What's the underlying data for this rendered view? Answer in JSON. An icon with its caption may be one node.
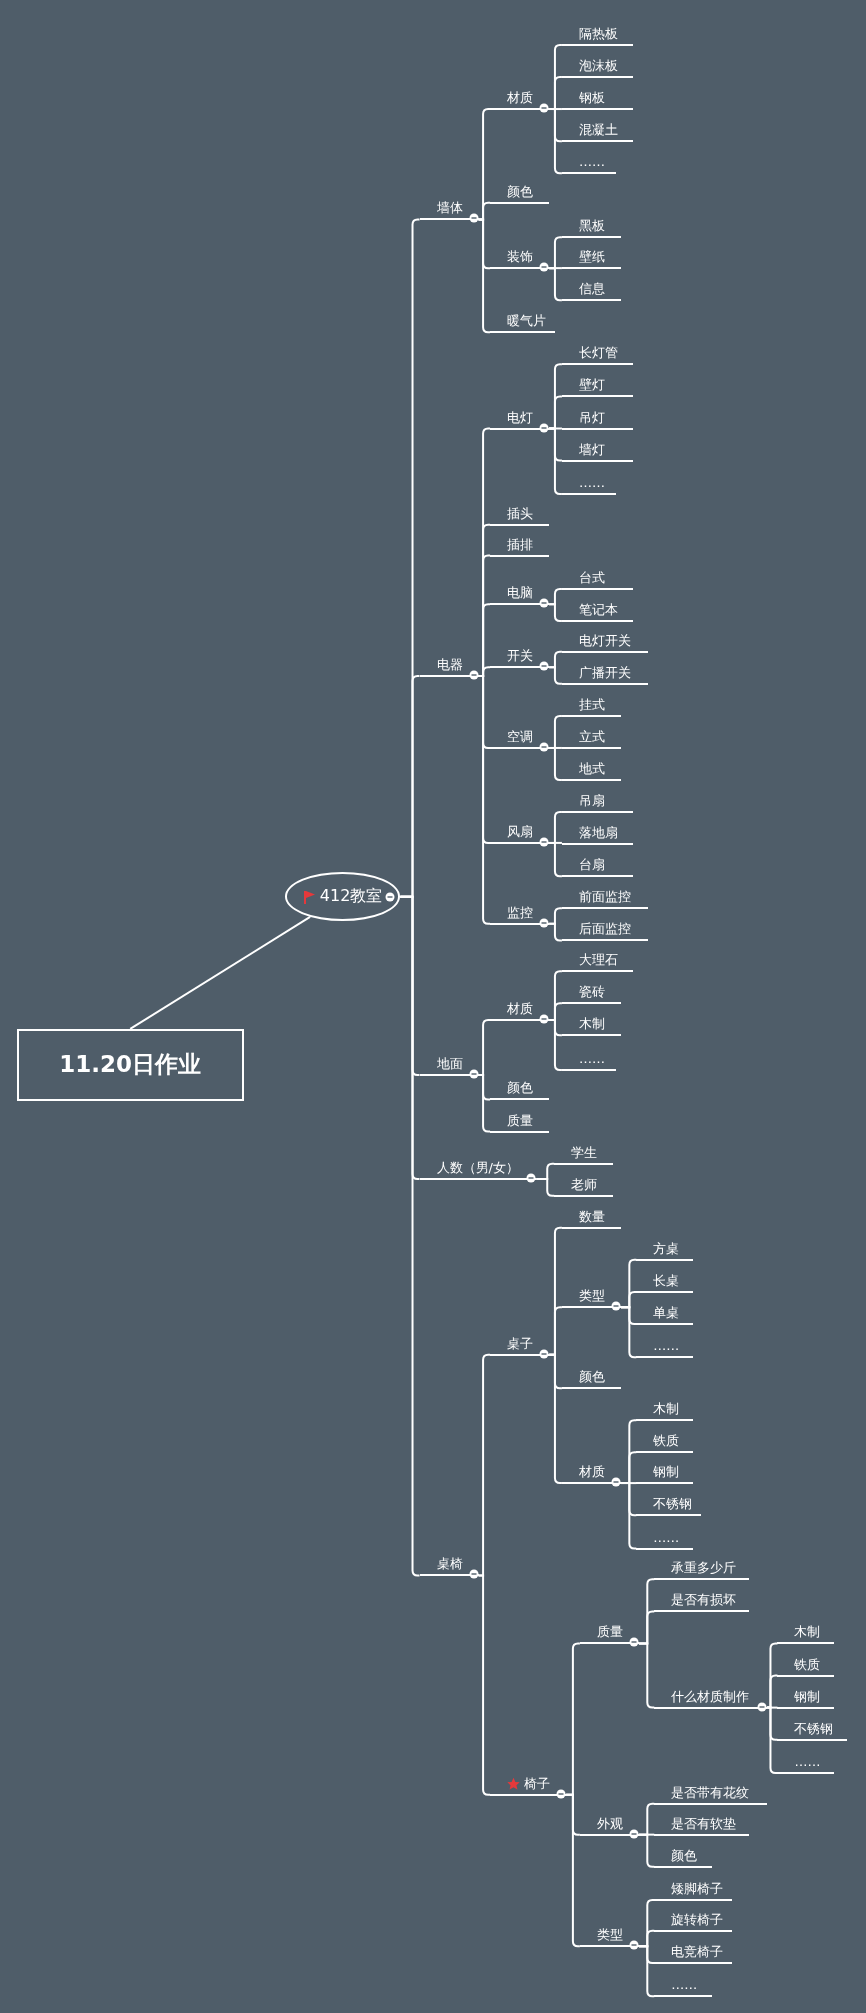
{
  "diagram": {
    "nodes": [
      {
        "text": [
          "11.20日作业"
        ]
      },
      {
        "text": [
          "412教室"
        ]
      },
      {
        "text": [
          "墙体"
        ]
      },
      {
        "text": [
          "材质"
        ]
      },
      {
        "text": [
          "隔热板"
        ]
      },
      {
        "text": [
          "泡沫板"
        ]
      },
      {
        "text": [
          "钢板"
        ]
      },
      {
        "text": [
          "混凝土"
        ]
      },
      {
        "text": [
          "……"
        ]
      },
      {
        "text": [
          "颜色"
        ]
      },
      {
        "text": [
          "装饰"
        ]
      },
      {
        "text": [
          "黑板"
        ]
      },
      {
        "text": [
          "壁纸"
        ]
      },
      {
        "text": [
          "信息"
        ]
      },
      {
        "text": [
          "暖气片"
        ]
      },
      {
        "text": [
          "电器"
        ]
      },
      {
        "text": [
          "电灯"
        ]
      },
      {
        "text": [
          "长灯管"
        ]
      },
      {
        "text": [
          "壁灯"
        ]
      },
      {
        "text": [
          "吊灯"
        ]
      },
      {
        "text": [
          "墙灯"
        ]
      },
      {
        "text": [
          "……"
        ]
      },
      {
        "text": [
          "插头"
        ]
      },
      {
        "text": [
          "插排"
        ]
      },
      {
        "text": [
          "电脑"
        ]
      },
      {
        "text": [
          "台式"
        ]
      },
      {
        "text": [
          "笔记本"
        ]
      },
      {
        "text": [
          "开关"
        ]
      },
      {
        "text": [
          "电灯开关"
        ]
      },
      {
        "text": [
          "广播开关"
        ]
      },
      {
        "text": [
          "空调"
        ]
      },
      {
        "text": [
          "挂式"
        ]
      },
      {
        "text": [
          "立式"
        ]
      },
      {
        "text": [
          "地式"
        ]
      },
      {
        "text": [
          "风扇"
        ]
      },
      {
        "text": [
          "吊扇"
        ]
      },
      {
        "text": [
          "落地扇"
        ]
      },
      {
        "text": [
          "台扇"
        ]
      },
      {
        "text": [
          "监控"
        ]
      },
      {
        "text": [
          "前面监控"
        ]
      },
      {
        "text": [
          "后面监控"
        ]
      },
      {
        "text": [
          "地面"
        ]
      },
      {
        "text": [
          "材质"
        ]
      },
      {
        "text": [
          "大理石"
        ]
      },
      {
        "text": [
          "瓷砖"
        ]
      },
      {
        "text": [
          "木制"
        ]
      },
      {
        "text": [
          "……"
        ]
      },
      {
        "text": [
          "颜色"
        ]
      },
      {
        "text": [
          "质量"
        ]
      },
      {
        "text": [
          "人数（男/女）"
        ]
      },
      {
        "text": [
          "学生"
        ]
      },
      {
        "text": [
          "老师"
        ]
      },
      {
        "text": [
          "桌椅"
        ]
      },
      {
        "text": [
          "桌子"
        ]
      },
      {
        "text": [
          "数量"
        ]
      },
      {
        "text": [
          "类型"
        ]
      },
      {
        "text": [
          "方桌"
        ]
      },
      {
        "text": [
          "长桌"
        ]
      },
      {
        "text": [
          "单桌"
        ]
      },
      {
        "text": [
          "……"
        ]
      },
      {
        "text": [
          "颜色"
        ]
      },
      {
        "text": [
          "材质"
        ]
      },
      {
        "text": [
          "木制"
        ]
      },
      {
        "text": [
          "铁质"
        ]
      },
      {
        "text": [
          "钢制"
        ]
      },
      {
        "text": [
          "不锈钢"
        ]
      },
      {
        "text": [
          "……"
        ]
      },
      {
        "text": [
          "椅子"
        ]
      },
      {
        "text": [
          "质量"
        ]
      },
      {
        "text": [
          "承重多少斤"
        ]
      },
      {
        "text": [
          "是否有损坏"
        ]
      },
      {
        "text": [
          "什么材质制作"
        ]
      },
      {
        "text": [
          "木制"
        ]
      },
      {
        "text": [
          "铁质"
        ]
      },
      {
        "text": [
          "钢制"
        ]
      },
      {
        "text": [
          "不锈钢"
        ]
      },
      {
        "text": [
          "……"
        ]
      },
      {
        "text": [
          "外观"
        ]
      },
      {
        "text": [
          "是否带有花纹"
        ]
      },
      {
        "text": [
          "是否有软垫"
        ]
      },
      {
        "text": [
          "颜色"
        ]
      },
      {
        "text": [
          "类型"
        ]
      },
      {
        "text": [
          "矮脚椅子"
        ]
      },
      {
        "text": [
          "旋转椅子"
        ]
      },
      {
        "text": [
          "电竞椅子"
        ]
      },
      {
        "text": [
          "……"
        ]
      }
    ],
    "edges": [
      {
        "from": 0,
        "to": 1,
        "arrow": "none"
      },
      {
        "from": 1,
        "to": 2,
        "arrow": "none"
      },
      {
        "from": 1,
        "to": 15,
        "arrow": "none"
      },
      {
        "from": 1,
        "to": 41,
        "arrow": "none"
      },
      {
        "from": 1,
        "to": 49,
        "arrow": "none"
      },
      {
        "from": 1,
        "to": 52,
        "arrow": "none"
      },
      {
        "from": 2,
        "to": 3,
        "arrow": "none"
      },
      {
        "from": 2,
        "to": 9,
        "arrow": "none"
      },
      {
        "from": 2,
        "to": 10,
        "arrow": "none"
      },
      {
        "from": 2,
        "to": 14,
        "arrow": "none"
      },
      {
        "from": 3,
        "to": 4,
        "arrow": "none"
      },
      {
        "from": 3,
        "to": 5,
        "arrow": "none"
      },
      {
        "from": 3,
        "to": 6,
        "arrow": "none"
      },
      {
        "from": 3,
        "to": 7,
        "arrow": "none"
      },
      {
        "from": 3,
        "to": 8,
        "arrow": "none"
      },
      {
        "from": 10,
        "to": 11,
        "arrow": "none"
      },
      {
        "from": 10,
        "to": 12,
        "arrow": "none"
      },
      {
        "from": 10,
        "to": 13,
        "arrow": "none"
      },
      {
        "from": 15,
        "to": 16,
        "arrow": "none"
      },
      {
        "from": 15,
        "to": 22,
        "arrow": "none"
      },
      {
        "from": 15,
        "to": 23,
        "arrow": "none"
      },
      {
        "from": 15,
        "to": 24,
        "arrow": "none"
      },
      {
        "from": 15,
        "to": 27,
        "arrow": "none"
      },
      {
        "from": 15,
        "to": 30,
        "arrow": "none"
      },
      {
        "from": 15,
        "to": 34,
        "arrow": "none"
      },
      {
        "from": 15,
        "to": 38,
        "arrow": "none"
      },
      {
        "from": 16,
        "to": 17,
        "arrow": "none"
      },
      {
        "from": 16,
        "to": 18,
        "arrow": "none"
      },
      {
        "from": 16,
        "to": 19,
        "arrow": "none"
      },
      {
        "from": 16,
        "to": 20,
        "arrow": "none"
      },
      {
        "from": 16,
        "to": 21,
        "arrow": "none"
      },
      {
        "from": 24,
        "to": 25,
        "arrow": "none"
      },
      {
        "from": 24,
        "to": 26,
        "arrow": "none"
      },
      {
        "from": 27,
        "to": 28,
        "arrow": "none"
      },
      {
        "from": 27,
        "to": 29,
        "arrow": "none"
      },
      {
        "from": 30,
        "to": 31,
        "arrow": "none"
      },
      {
        "from": 30,
        "to": 32,
        "arrow": "none"
      },
      {
        "from": 30,
        "to": 33,
        "arrow": "none"
      },
      {
        "from": 34,
        "to": 35,
        "arrow": "none"
      },
      {
        "from": 34,
        "to": 36,
        "arrow": "none"
      },
      {
        "from": 34,
        "to": 37,
        "arrow": "none"
      },
      {
        "from": 38,
        "to": 39,
        "arrow": "none"
      },
      {
        "from": 38,
        "to": 40,
        "arrow": "none"
      },
      {
        "from": 41,
        "to": 42,
        "arrow": "none"
      },
      {
        "from": 41,
        "to": 47,
        "arrow": "none"
      },
      {
        "from": 41,
        "to": 48,
        "arrow": "none"
      },
      {
        "from": 42,
        "to": 43,
        "arrow": "none"
      },
      {
        "from": 42,
        "to": 44,
        "arrow": "none"
      },
      {
        "from": 42,
        "to": 45,
        "arrow": "none"
      },
      {
        "from": 42,
        "to": 46,
        "arrow": "none"
      },
      {
        "from": 49,
        "to": 50,
        "arrow": "none"
      },
      {
        "from": 49,
        "to": 51,
        "arrow": "none"
      },
      {
        "from": 52,
        "to": 53,
        "arrow": "none"
      },
      {
        "from": 52,
        "to": 67,
        "arrow": "none"
      },
      {
        "from": 53,
        "to": 54,
        "arrow": "none"
      },
      {
        "from": 53,
        "to": 55,
        "arrow": "none"
      },
      {
        "from": 53,
        "to": 60,
        "arrow": "none"
      },
      {
        "from": 53,
        "to": 61,
        "arrow": "none"
      },
      {
        "from": 55,
        "to": 56,
        "arrow": "none"
      },
      {
        "from": 55,
        "to": 57,
        "arrow": "none"
      },
      {
        "from": 55,
        "to": 58,
        "arrow": "none"
      },
      {
        "from": 55,
        "to": 59,
        "arrow": "none"
      },
      {
        "from": 61,
        "to": 62,
        "arrow": "none"
      },
      {
        "from": 61,
        "to": 63,
        "arrow": "none"
      },
      {
        "from": 61,
        "to": 64,
        "arrow": "none"
      },
      {
        "from": 61,
        "to": 65,
        "arrow": "none"
      },
      {
        "from": 61,
        "to": 66,
        "arrow": "none"
      },
      {
        "from": 67,
        "to": 68,
        "arrow": "none"
      },
      {
        "from": 67,
        "to": 77,
        "arrow": "none"
      },
      {
        "from": 67,
        "to": 81,
        "arrow": "none"
      },
      {
        "from": 68,
        "to": 69,
        "arrow": "none"
      },
      {
        "from": 68,
        "to": 70,
        "arrow": "none"
      },
      {
        "from": 68,
        "to": 71,
        "arrow": "none"
      },
      {
        "from": 71,
        "to": 72,
        "arrow": "none"
      },
      {
        "from": 71,
        "to": 73,
        "arrow": "none"
      },
      {
        "from": 71,
        "to": 74,
        "arrow": "none"
      },
      {
        "from": 71,
        "to": 75,
        "arrow": "none"
      },
      {
        "from": 71,
        "to": 76,
        "arrow": "none"
      },
      {
        "from": 77,
        "to": 78,
        "arrow": "none"
      },
      {
        "from": 77,
        "to": 79,
        "arrow": "none"
      },
      {
        "from": 77,
        "to": 80,
        "arrow": "none"
      },
      {
        "from": 81,
        "to": 82,
        "arrow": "none"
      },
      {
        "from": 81,
        "to": 83,
        "arrow": "none"
      },
      {
        "from": 81,
        "to": 84,
        "arrow": "none"
      },
      {
        "from": 81,
        "to": 85,
        "arrow": "none"
      }
    ]
  }
}
